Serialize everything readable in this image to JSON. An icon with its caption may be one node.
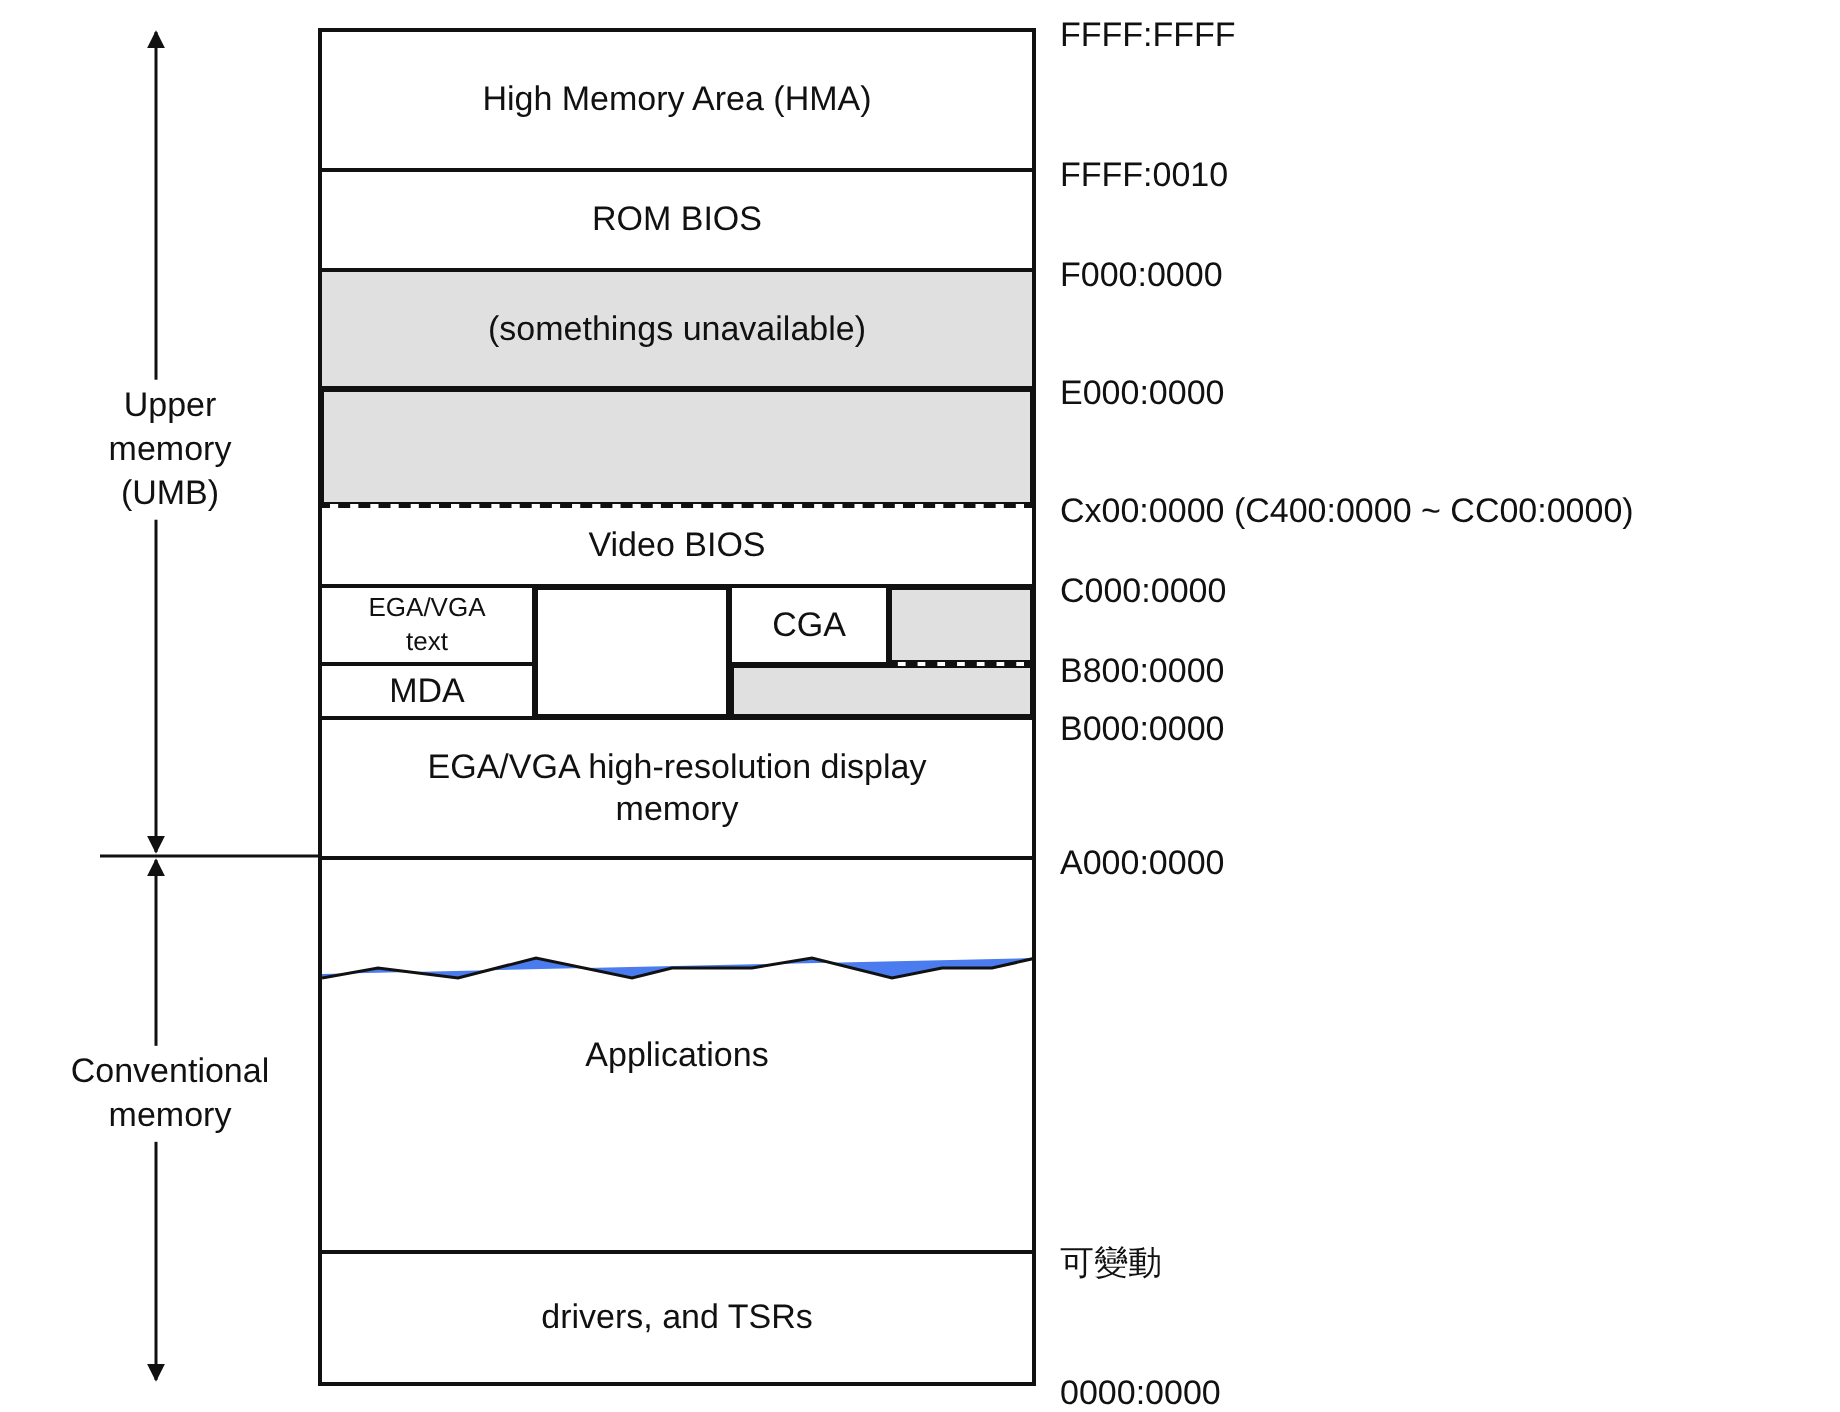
{
  "diagram": {
    "nodes": [
      {
        "text": [
          "High Memory Area (HMA)"
        ]
      },
      {
        "text": [
          "ROM BIOS"
        ]
      },
      {
        "text": [
          "(somethings unavailable)"
        ]
      },
      {
        "text": [],
        "shape": "box"
      },
      {
        "text": [
          "Video BIOS"
        ]
      },
      {
        "text": [
          "EGA/VGA text"
        ]
      },
      {
        "text": [
          "MDA"
        ]
      },
      {
        "text": [],
        "shape": "box"
      },
      {
        "text": [
          "CGA"
        ]
      },
      {
        "text": [],
        "shape": "box"
      },
      {
        "text": [],
        "shape": "box"
      },
      {
        "text": [
          "EGA/VGA high-resolution display memory"
        ]
      },
      {
        "text": [
          "Applications"
        ]
      },
      {
        "text": [
          "drivers, and TSRs"
        ]
      }
    ],
    "edges": [],
    "labels": [
      "FFFF:FFFF",
      "FFFF:0010",
      "F000:0000",
      "Upper memory (UMB)",
      "E000:0000",
      "Cx00:0000 (C400:0000 ~ CC00:0000)",
      "C000:0000",
      "B800:0000",
      "B000:0000",
      "A000:0000",
      "Conventional memory",
      "可變動",
      "0000:0000"
    ]
  }
}
